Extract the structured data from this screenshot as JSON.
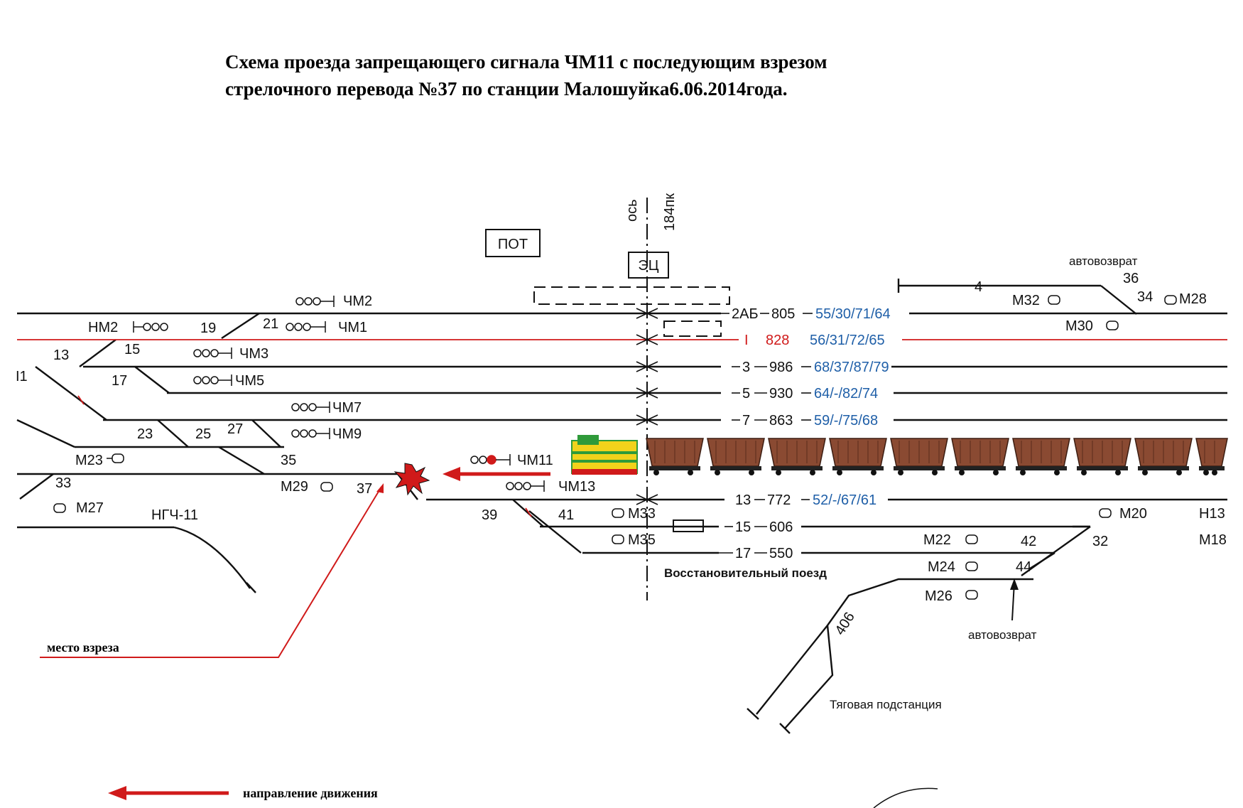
{
  "title": {
    "line1": "Схема проезда запрещающего сигнала ЧМ11 с последующим взрезом",
    "line2": "стрелочного перевода №37 по станции Малошуйка6.06.2014года."
  },
  "buildings": {
    "pot": "ПОТ",
    "ec": "ЭЦ"
  },
  "axis": {
    "os": "ось",
    "pk": "184пк"
  },
  "tracks": [
    {
      "num": "2АБ",
      "len": "805",
      "fill": "55/30/71/64",
      "color": "#1f5fa8"
    },
    {
      "num": "I",
      "len": "828",
      "fill": "56/31/72/65",
      "color": "#1f5fa8"
    },
    {
      "num": "3",
      "len": "986",
      "fill": "68/37/87/79",
      "color": "#1f5fa8"
    },
    {
      "num": "5",
      "len": "930",
      "fill": "64/-/82/74",
      "color": "#1f5fa8"
    },
    {
      "num": "7",
      "len": "863",
      "fill": "59/-/75/68",
      "color": "#1f5fa8"
    },
    {
      "num": "13",
      "len": "772",
      "fill": "52/-/67/61",
      "color": "#1f5fa8"
    },
    {
      "num": "15",
      "len": "606",
      "fill": "",
      "color": ""
    },
    {
      "num": "17",
      "len": "550",
      "fill": "",
      "color": ""
    }
  ],
  "signals": {
    "chm2": "ЧМ2",
    "chm1": "ЧМ1",
    "chm3": "ЧМ3",
    "chm5": "ЧМ5",
    "chm7": "ЧМ7",
    "chm9": "ЧМ9",
    "chm11": "ЧМ11",
    "chm13": "ЧМ13",
    "nm2": "НМ2",
    "m23": "М23",
    "m27": "М27",
    "m29": "М29",
    "m33": "М33",
    "m35": "М35",
    "m32": "М32",
    "m30": "М30",
    "m28": "М28",
    "m20": "М20",
    "m22": "М22",
    "m24": "М24",
    "m26": "М26",
    "n13": "Н13",
    "m18": "М18",
    "ngch": "НГЧ-11"
  },
  "switches": {
    "s13": "13",
    "s15": "15",
    "s17": "17",
    "s19": "19",
    "s21": "21",
    "s23": "23",
    "s25": "25",
    "s27": "27",
    "s33": "33",
    "s35": "35",
    "s37": "37",
    "s39": "39",
    "s41": "41",
    "s36": "36",
    "s34": "34",
    "s4": "4",
    "s42": "42",
    "s44": "44",
    "s32": "32",
    "s406": "406",
    "i1": "I1"
  },
  "labels": {
    "avtovozvrat_top": "автовозврат",
    "avtovozvrat_bottom": "автовозврат",
    "vosst": "Восстановительный поезд",
    "tyag": "Тяговая подстанция",
    "mesto": "место взреза",
    "napr": "направление движения"
  },
  "colors": {
    "incident": "#d01a1a",
    "locomotive_body": "#f2d21b",
    "locomotive_stripe": "#2f9a3a",
    "wagon": "#8a4a32"
  },
  "icons": [
    "signal-lamp-icon",
    "explosion-icon",
    "direction-arrow-icon",
    "locomotive-icon",
    "wagon-icon"
  ]
}
